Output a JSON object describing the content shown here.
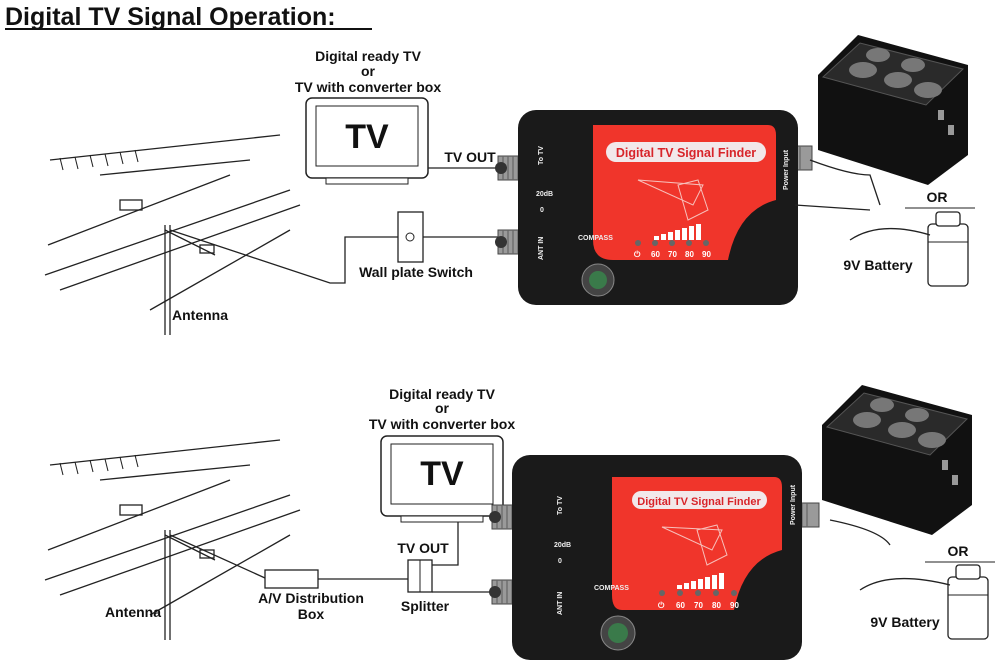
{
  "title": "Digital TV Signal Operation:",
  "top": {
    "tv_label": [
      "Digital ready TV",
      "or",
      "TV with converter box"
    ],
    "tv_screen": "TV",
    "tv_out": "TV OUT",
    "wall_plate": "Wall plate Switch",
    "antenna": "Antenna",
    "or": "OR",
    "battery": "9V Battery"
  },
  "bottom": {
    "tv_label": [
      "Digital ready TV",
      "or",
      "TV with converter box"
    ],
    "tv_screen": "TV",
    "tv_out": "TV OUT",
    "distribution_box": [
      "A/V Distribution",
      "Box"
    ],
    "splitter": "Splitter",
    "antenna": "Antenna",
    "or": "OR",
    "battery": "9V Battery"
  },
  "device": {
    "name": "Digital TV Signal Finder",
    "to_tv": "To TV",
    "ant_in": "ANT IN",
    "db20": "20dB",
    "db0": "0",
    "compass": "COMPASS",
    "power_input": "Power Input",
    "levels": [
      "60",
      "70",
      "80",
      "90"
    ]
  },
  "colors": {
    "device_body": "#1a1a1a",
    "panel": "#f0352b",
    "panel_title": "#d8242a"
  }
}
